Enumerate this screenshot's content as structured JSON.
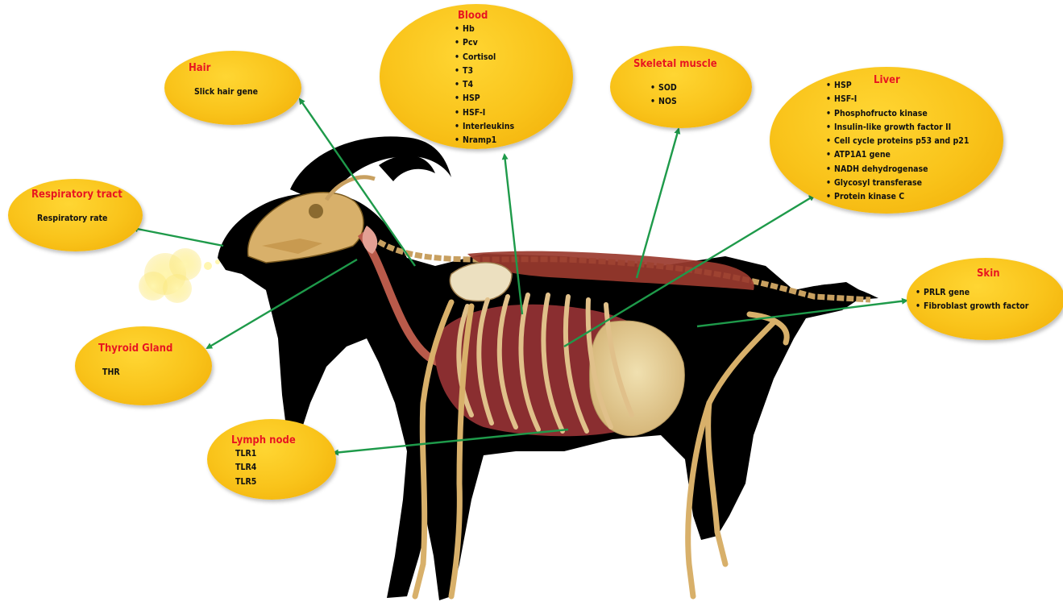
{
  "colors": {
    "bubble_fill": "#f9c31a",
    "title_red": "#e8161b",
    "arrow_green": "#1e9a4a",
    "silhouette": "#000000",
    "bone": "#d8b06a",
    "muscle": "#9a3a2e"
  },
  "bubbles": {
    "blood": {
      "title": "Blood",
      "items": [
        "Hb",
        "Pcv",
        "Cortisol",
        "T3",
        "T4",
        "HSP",
        "HSF-I",
        "Interleukins",
        "Nramp1"
      ]
    },
    "hair": {
      "title": "Hair",
      "items": [
        "Slick hair gene"
      ]
    },
    "skeletal_muscle": {
      "title": "Skeletal muscle",
      "items": [
        "SOD",
        "NOS"
      ]
    },
    "liver": {
      "title": "Liver",
      "items": [
        "HSP",
        "HSF-I",
        "Phosphofructo kinase",
        "Insulin-like growth factor II",
        "Cell cycle proteins p53 and p21",
        "ATP1A1 gene",
        "NADH dehydrogenase",
        "Glycosyl transferase",
        "Protein kinase C"
      ]
    },
    "respiratory_tract": {
      "title": "Respiratory tract",
      "items": [
        "Respiratory rate"
      ]
    },
    "skin": {
      "title": "Skin",
      "items": [
        "PRLR gene",
        "Fibroblast growth factor"
      ]
    },
    "thyroid_gland": {
      "title": "Thyroid Gland",
      "items": [
        "THR"
      ]
    },
    "lymph_node": {
      "title": "Lymph node",
      "items": [
        "TLR1",
        "TLR4",
        "TLR5"
      ]
    }
  }
}
